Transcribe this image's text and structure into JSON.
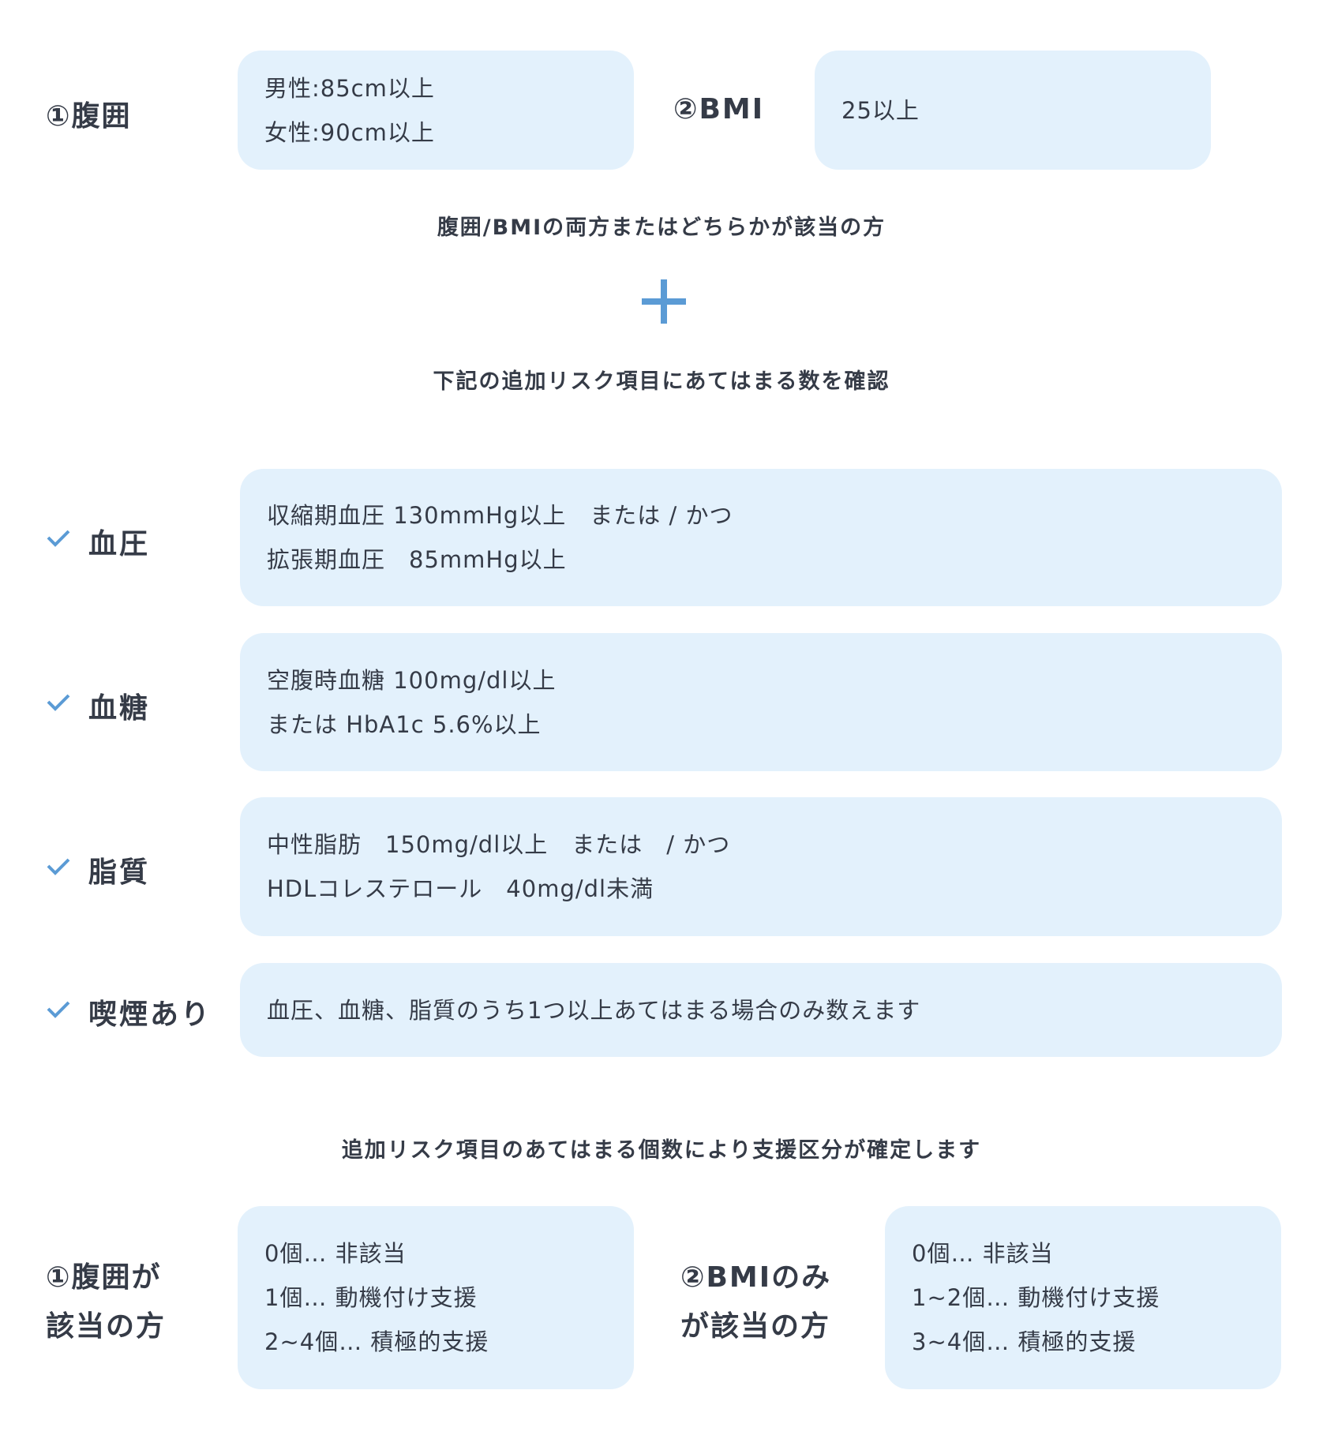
{
  "criteria": {
    "waist": {
      "label": "①腹囲",
      "lines": [
        "男性:85cm以上",
        "女性:90cm以上"
      ]
    },
    "bmi": {
      "label": "②BMI",
      "lines": [
        "25以上"
      ]
    }
  },
  "note1": "腹囲/BMIの両方またはどちらかが該当の方",
  "plus_icon": "plus-icon",
  "note2": "下記の追加リスク項目にあてはまる数を確認",
  "risks": [
    {
      "label": "血圧",
      "lines": [
        "収縮期血圧 130mmHg以上　または / かつ",
        "拡張期血圧　85mmHg以上"
      ]
    },
    {
      "label": "血糖",
      "lines": [
        "空腹時血糖 100mg/dl以上",
        "または HbA1c  5.6%以上"
      ]
    },
    {
      "label": "脂質",
      "lines": [
        "中性脂肪　150mg/dl以上　または　/ かつ",
        "HDLコレステロール　40mg/dl未満"
      ]
    },
    {
      "label": "喫煙あり",
      "lines": [
        "血圧、血糖、脂質のうち1つ以上あてはまる場合のみ数えます"
      ]
    }
  ],
  "note3": "追加リスク項目のあてはまる個数により支援区分が確定します",
  "results": [
    {
      "label_lines": [
        "①腹囲が",
        "該当の方"
      ],
      "lines": [
        "0個… 非該当",
        "1個… 動機付け支援",
        "2~4個… 積極的支援"
      ]
    },
    {
      "label_lines": [
        "②BMIのみ",
        "が該当の方"
      ],
      "lines": [
        "0個… 非該当",
        "1~2個… 動機付け支援",
        "3~4個… 積極的支援"
      ]
    }
  ],
  "colors": {
    "accent": "#5b9bd5",
    "box_bg": "#e3f1fc",
    "text": "#353b47"
  }
}
